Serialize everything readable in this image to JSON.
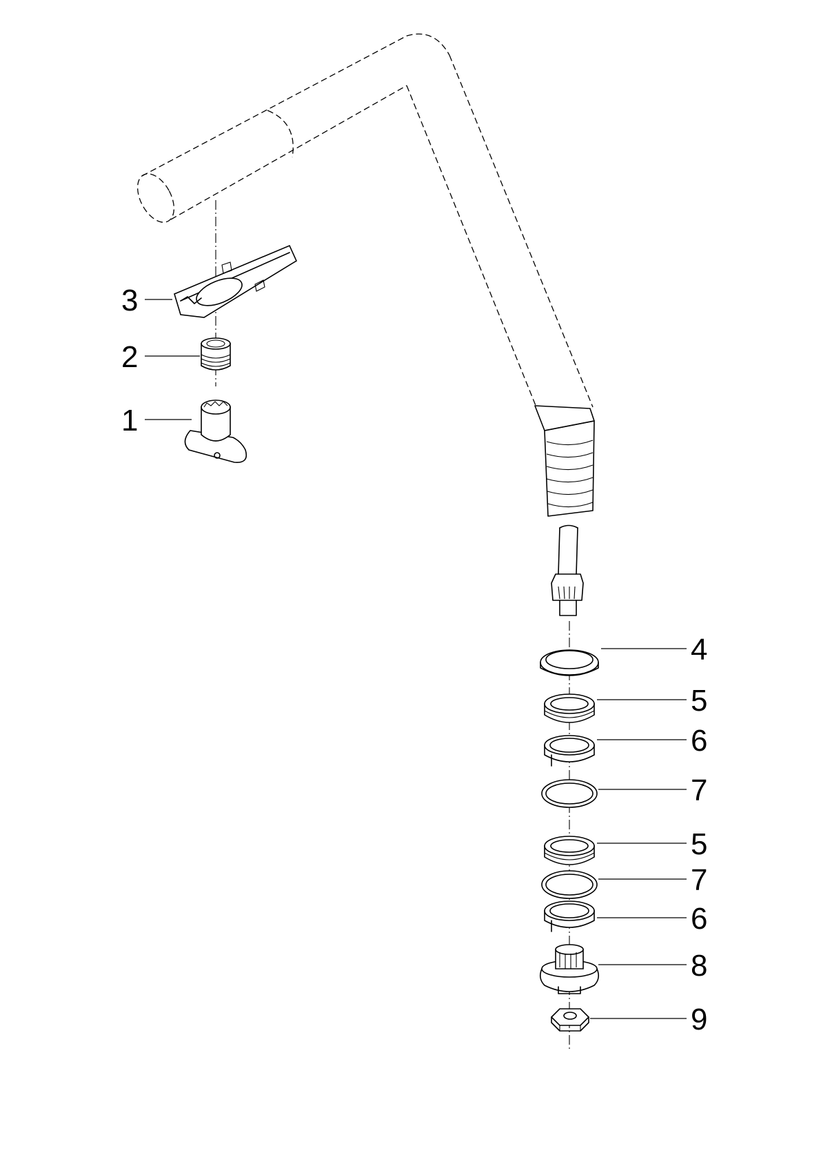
{
  "callouts": {
    "c1": "1",
    "c2": "2",
    "c3": "3",
    "c4": "4",
    "c5a": "5",
    "c6a": "6",
    "c7a": "7",
    "c5b": "5",
    "c7b": "7",
    "c6b": "6",
    "c8": "8",
    "c9": "9"
  },
  "colors": {
    "line": "#000000",
    "background": "#ffffff"
  }
}
